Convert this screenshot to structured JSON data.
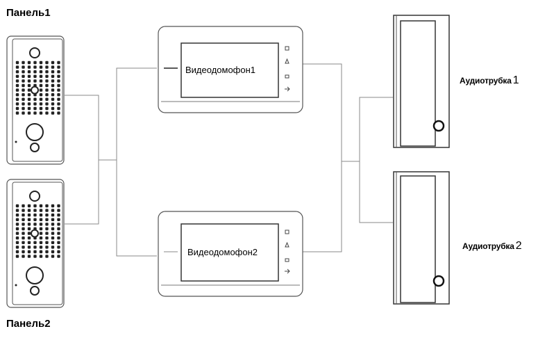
{
  "panels": [
    {
      "label": "Панель1"
    },
    {
      "label": "Панель2"
    }
  ],
  "monitors": [
    {
      "label": "Видеодомофон1"
    },
    {
      "label": "Видеодомофон2"
    }
  ],
  "handsets": [
    {
      "label": "Аудиотрубка",
      "number": "1"
    },
    {
      "label": "Аудиотрубка",
      "number": "2"
    }
  ],
  "colors": {
    "line": "#8a8a8a",
    "device_stroke": "#555555",
    "speaker_dot": "#222222"
  }
}
